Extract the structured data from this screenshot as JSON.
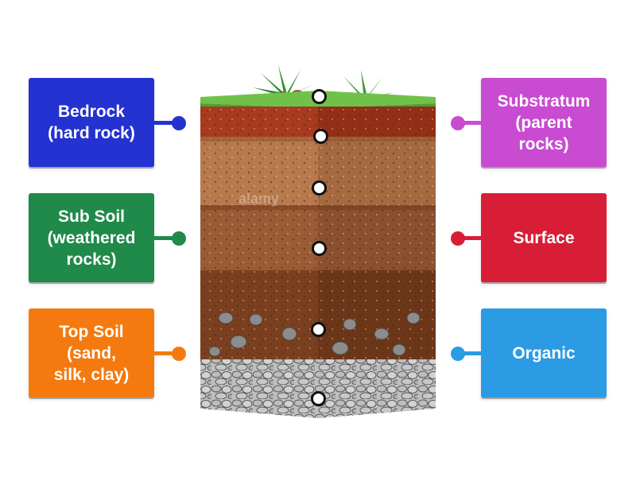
{
  "labels": [
    {
      "text": "Bedrock\n(hard rock)",
      "color": "#2332d0"
    },
    {
      "text": "Sub Soil\n(weathered\nrocks)",
      "color": "#1f8a49"
    },
    {
      "text": "Top Soil\n(sand,\nsilk, clay)",
      "color": "#f47a10"
    },
    {
      "text": "Substratum\n(parent\nrocks)",
      "color": "#c94bd2"
    },
    {
      "text": "Surface",
      "color": "#d81e36"
    },
    {
      "text": "Organic",
      "color": "#2b9be3"
    }
  ],
  "watermark": "alamy",
  "icons": [
    "plant-icon"
  ]
}
